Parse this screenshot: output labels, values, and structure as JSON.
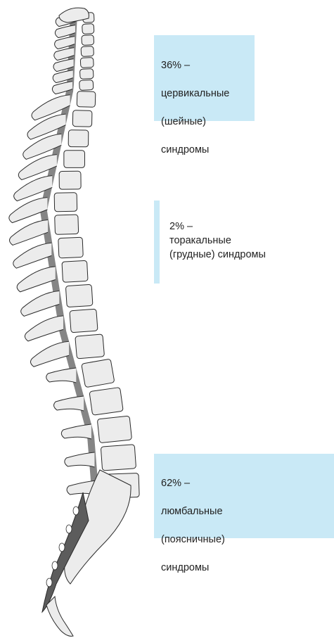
{
  "colors": {
    "callout_fill": "#c9e9f6",
    "bone_fill": "#ececec",
    "bone_stroke": "#2a2a2a",
    "canal_fill": "#5c5c5c"
  },
  "callouts": {
    "cervical": {
      "lines": [
        "36% –",
        "цервикальные",
        "(шейные)",
        "синдромы"
      ]
    },
    "thoracic": {
      "lines": [
        "2% –",
        "торакальные",
        "(грудные) синдромы"
      ]
    },
    "lumbar": {
      "lines": [
        "62% –",
        "люмбальные",
        "(поясничные)",
        "синдромы"
      ]
    }
  }
}
